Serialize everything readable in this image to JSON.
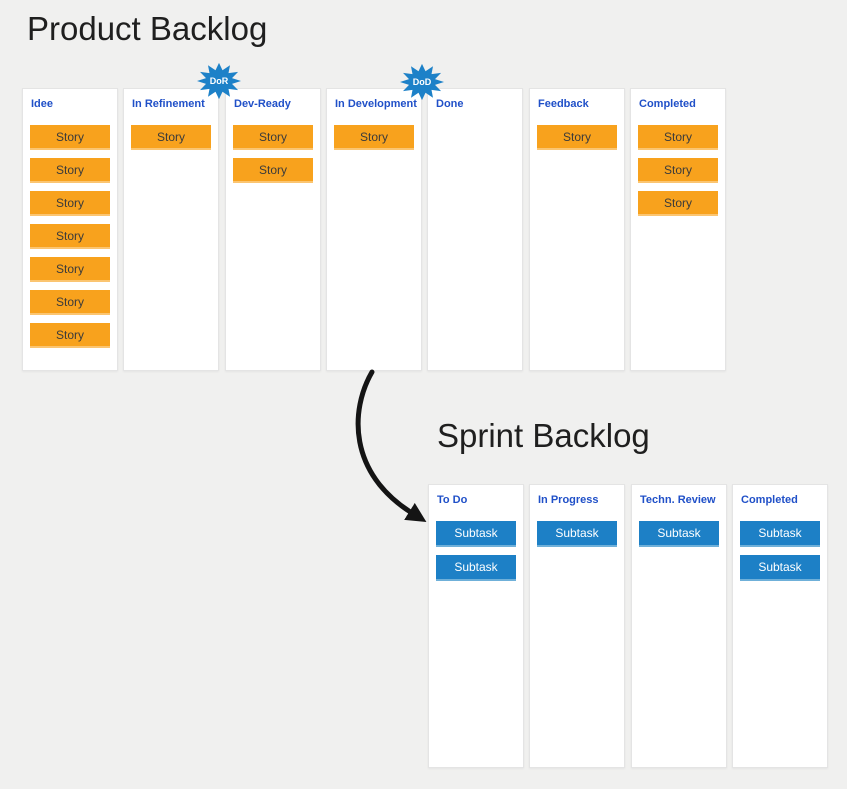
{
  "colors": {
    "background": "#f0f0ef",
    "column_bg": "#ffffff",
    "header_text": "#2050c8",
    "story_bg": "#f8a21d",
    "subtask_bg": "#1d80c6",
    "badge_bg": "#1d81c8",
    "title_text": "#1f1f1f",
    "arrow": "#141414"
  },
  "product_board": {
    "title": "Product Backlog",
    "card_label": "Story",
    "badges": [
      {
        "label": "DoR"
      },
      {
        "label": "DoD"
      }
    ],
    "columns": [
      {
        "label": "Idee",
        "card_count": 7
      },
      {
        "label": "In Refinement",
        "card_count": 1
      },
      {
        "label": "Dev-Ready",
        "card_count": 2
      },
      {
        "label": "In Development",
        "card_count": 1
      },
      {
        "label": "Done",
        "card_count": 0
      },
      {
        "label": "Feedback",
        "card_count": 1
      },
      {
        "label": "Completed",
        "card_count": 3
      }
    ]
  },
  "sprint_board": {
    "title": "Sprint Backlog",
    "card_label": "Subtask",
    "columns": [
      {
        "label": "To Do",
        "card_count": 2
      },
      {
        "label": "In Progress",
        "card_count": 1
      },
      {
        "label": "Techn. Review",
        "card_count": 1
      },
      {
        "label": "Completed",
        "card_count": 2
      }
    ]
  }
}
